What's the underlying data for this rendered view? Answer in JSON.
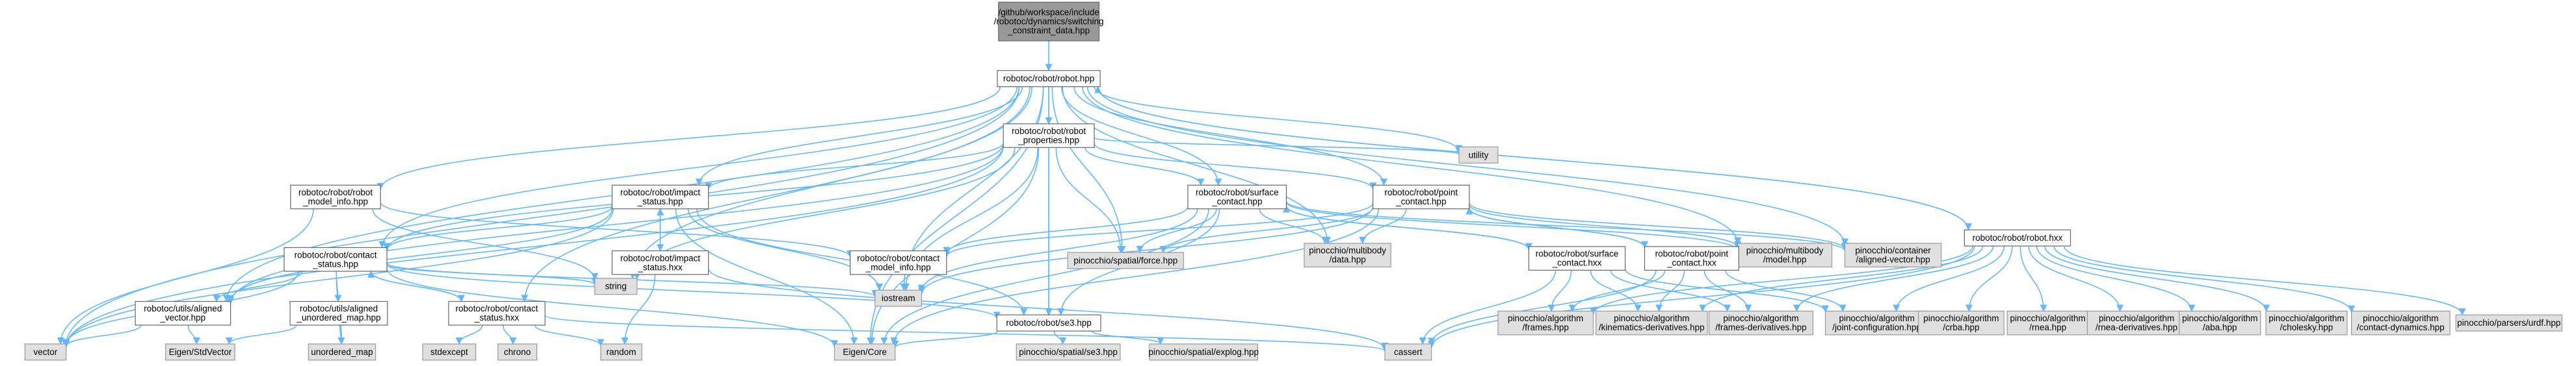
{
  "diagram": {
    "nodes": [
      {
        "id": "root",
        "lines": [
          "/github/workspace/include",
          "/robotoc/dynamics/switching",
          "_constraint_data.hpp"
        ],
        "style": "root"
      },
      {
        "id": "robot_hpp",
        "lines": [
          "robotoc/robot/robot.hpp"
        ],
        "style": "white"
      },
      {
        "id": "robot_props",
        "lines": [
          "robotoc/robot/robot",
          "_properties.hpp"
        ],
        "style": "white"
      },
      {
        "id": "utility",
        "lines": [
          "utility"
        ],
        "style": "gray"
      },
      {
        "id": "robot_model_info",
        "lines": [
          "robotoc/robot/robot",
          "_model_info.hpp"
        ],
        "style": "white"
      },
      {
        "id": "impact_status_hpp",
        "lines": [
          "robotoc/robot/impact",
          "_status.hpp"
        ],
        "style": "white"
      },
      {
        "id": "surface_contact_hpp",
        "lines": [
          "robotoc/robot/surface",
          "_contact.hpp"
        ],
        "style": "white"
      },
      {
        "id": "point_contact_hpp",
        "lines": [
          "robotoc/robot/point",
          "_contact.hpp"
        ],
        "style": "white"
      },
      {
        "id": "contact_status_hpp",
        "lines": [
          "robotoc/robot/contact",
          "_status.hpp"
        ],
        "style": "white"
      },
      {
        "id": "impact_status_hxx",
        "lines": [
          "robotoc/robot/impact",
          "_status.hxx"
        ],
        "style": "white"
      },
      {
        "id": "contact_model_info",
        "lines": [
          "robotoc/robot/contact",
          "_model_info.hpp"
        ],
        "style": "white"
      },
      {
        "id": "spatial_force",
        "lines": [
          "pinocchio/spatial/force.hpp"
        ],
        "style": "gray"
      },
      {
        "id": "multibody_data",
        "lines": [
          "pinocchio/multibody",
          "/data.hpp"
        ],
        "style": "gray"
      },
      {
        "id": "multibody_model",
        "lines": [
          "pinocchio/multibody",
          "/model.hpp"
        ],
        "style": "gray"
      },
      {
        "id": "container_aligned",
        "lines": [
          "pinocchio/container",
          "/aligned-vector.hpp"
        ],
        "style": "gray"
      },
      {
        "id": "robot_hxx",
        "lines": [
          "robotoc/robot/robot.hxx"
        ],
        "style": "white"
      },
      {
        "id": "surface_contact_hxx",
        "lines": [
          "robotoc/robot/surface",
          "_contact.hxx"
        ],
        "style": "white"
      },
      {
        "id": "point_contact_hxx",
        "lines": [
          "robotoc/robot/point",
          "_contact.hxx"
        ],
        "style": "white"
      },
      {
        "id": "utils_aligned_vector",
        "lines": [
          "robotoc/utils/aligned",
          "_vector.hpp"
        ],
        "style": "white"
      },
      {
        "id": "utils_aligned_unordered",
        "lines": [
          "robotoc/utils/aligned",
          "_unordered_map.hpp"
        ],
        "style": "white"
      },
      {
        "id": "contact_status_hxx",
        "lines": [
          "robotoc/robot/contact",
          "_status.hxx"
        ],
        "style": "white"
      },
      {
        "id": "string",
        "lines": [
          "string"
        ],
        "style": "gray"
      },
      {
        "id": "iostream",
        "lines": [
          "iostream"
        ],
        "style": "gray"
      },
      {
        "id": "se3",
        "lines": [
          "robotoc/robot/se3.hpp"
        ],
        "style": "white"
      },
      {
        "id": "alg_frames",
        "lines": [
          "pinocchio/algorithm",
          "/frames.hpp"
        ],
        "style": "gray"
      },
      {
        "id": "alg_kin_deriv",
        "lines": [
          "pinocchio/algorithm",
          "/kinematics-derivatives.hpp"
        ],
        "style": "gray"
      },
      {
        "id": "alg_frames_deriv",
        "lines": [
          "pinocchio/algorithm",
          "/frames-derivatives.hpp"
        ],
        "style": "gray"
      },
      {
        "id": "alg_joint_config",
        "lines": [
          "pinocchio/algorithm",
          "/joint-configuration.hpp"
        ],
        "style": "gray"
      },
      {
        "id": "alg_crba",
        "lines": [
          "pinocchio/algorithm",
          "/crba.hpp"
        ],
        "style": "gray"
      },
      {
        "id": "alg_rnea",
        "lines": [
          "pinocchio/algorithm",
          "/rnea.hpp"
        ],
        "style": "gray"
      },
      {
        "id": "alg_rnea_deriv",
        "lines": [
          "pinocchio/algorithm",
          "/rnea-derivatives.hpp"
        ],
        "style": "gray"
      },
      {
        "id": "alg_aba",
        "lines": [
          "pinocchio/algorithm",
          "/aba.hpp"
        ],
        "style": "gray"
      },
      {
        "id": "alg_cholesky",
        "lines": [
          "pinocchio/algorithm",
          "/cholesky.hpp"
        ],
        "style": "gray"
      },
      {
        "id": "alg_contact_dyn",
        "lines": [
          "pinocchio/algorithm",
          "/contact-dynamics.hpp"
        ],
        "style": "gray"
      },
      {
        "id": "parsers_urdf",
        "lines": [
          "pinocchio/parsers/urdf.hpp"
        ],
        "style": "gray"
      },
      {
        "id": "vector",
        "lines": [
          "vector"
        ],
        "style": "gray"
      },
      {
        "id": "eigen_stdvector",
        "lines": [
          "Eigen/StdVector"
        ],
        "style": "gray"
      },
      {
        "id": "unordered_map",
        "lines": [
          "unordered_map"
        ],
        "style": "gray"
      },
      {
        "id": "stdexcept",
        "lines": [
          "stdexcept"
        ],
        "style": "gray"
      },
      {
        "id": "chrono",
        "lines": [
          "chrono"
        ],
        "style": "gray"
      },
      {
        "id": "random",
        "lines": [
          "random"
        ],
        "style": "gray"
      },
      {
        "id": "eigen_core",
        "lines": [
          "Eigen/Core"
        ],
        "style": "gray"
      },
      {
        "id": "cassert",
        "lines": [
          "cassert"
        ],
        "style": "gray"
      },
      {
        "id": "spatial_se3",
        "lines": [
          "pinocchio/spatial/se3.hpp"
        ],
        "style": "gray"
      },
      {
        "id": "spatial_explog",
        "lines": [
          "pinocchio/spatial/explog.hpp"
        ],
        "style": "gray"
      }
    ],
    "edges": [
      [
        "root",
        "robot_hpp"
      ],
      [
        "robot_hpp",
        "robot_props"
      ],
      [
        "robot_hpp",
        "utility"
      ],
      [
        "robot_hpp",
        "robot_model_info"
      ],
      [
        "robot_hpp",
        "impact_status_hpp"
      ],
      [
        "robot_hpp",
        "surface_contact_hpp"
      ],
      [
        "robot_hpp",
        "point_contact_hpp"
      ],
      [
        "robot_hpp",
        "contact_status_hpp"
      ],
      [
        "robot_hpp",
        "multibody_model"
      ],
      [
        "robot_hpp",
        "multibody_data"
      ],
      [
        "robot_hpp",
        "container_aligned"
      ],
      [
        "robot_hpp",
        "robot_hxx"
      ],
      [
        "robot_hpp",
        "utils_aligned_vector"
      ],
      [
        "robot_hpp",
        "vector"
      ],
      [
        "robot_hpp",
        "string"
      ],
      [
        "robot_hpp",
        "iostream"
      ],
      [
        "robot_hpp",
        "se3"
      ],
      [
        "robot_hpp",
        "spatial_force"
      ],
      [
        "robot_hpp",
        "eigen_core"
      ],
      [
        "robot_hpp",
        "contact_status_hxx"
      ],
      [
        "robot_props",
        "utility"
      ],
      [
        "robot_props",
        "vector"
      ],
      [
        "robot_props",
        "string"
      ],
      [
        "robot_props",
        "iostream"
      ],
      [
        "robot_props",
        "eigen_core"
      ],
      [
        "robot_props",
        "utils_aligned_vector"
      ],
      [
        "robot_props",
        "impact_status_hpp"
      ],
      [
        "robot_props",
        "surface_contact_hpp"
      ],
      [
        "robot_props",
        "point_contact_hpp"
      ],
      [
        "robot_props",
        "contact_status_hpp"
      ],
      [
        "robot_props",
        "se3"
      ],
      [
        "robot_props",
        "spatial_force"
      ],
      [
        "robot_model_info",
        "contact_model_info"
      ],
      [
        "robot_model_info",
        "vector"
      ],
      [
        "robot_model_info",
        "string"
      ],
      [
        "impact_status_hpp",
        "contact_status_hpp"
      ],
      [
        "impact_status_hpp",
        "impact_status_hxx"
      ],
      [
        "impact_status_hpp",
        "vector"
      ],
      [
        "impact_status_hpp",
        "iostream"
      ],
      [
        "impact_status_hpp",
        "eigen_core"
      ],
      [
        "impact_status_hpp",
        "se3"
      ],
      [
        "impact_status_hpp",
        "utils_aligned_vector"
      ],
      [
        "impact_status_hxx",
        "impact_status_hpp"
      ],
      [
        "impact_status_hxx",
        "random"
      ],
      [
        "impact_status_hxx",
        "cassert"
      ],
      [
        "surface_contact_hpp",
        "contact_model_info"
      ],
      [
        "surface_contact_hpp",
        "spatial_force"
      ],
      [
        "surface_contact_hpp",
        "multibody_data"
      ],
      [
        "surface_contact_hpp",
        "multibody_model"
      ],
      [
        "surface_contact_hpp",
        "surface_contact_hxx"
      ],
      [
        "surface_contact_hpp",
        "se3"
      ],
      [
        "surface_contact_hpp",
        "iostream"
      ],
      [
        "surface_contact_hpp",
        "eigen_core"
      ],
      [
        "surface_contact_hpp",
        "container_aligned"
      ],
      [
        "point_contact_hpp",
        "contact_model_info"
      ],
      [
        "point_contact_hpp",
        "spatial_force"
      ],
      [
        "point_contact_hpp",
        "multibody_data"
      ],
      [
        "point_contact_hpp",
        "multibody_model"
      ],
      [
        "point_contact_hpp",
        "point_contact_hxx"
      ],
      [
        "point_contact_hpp",
        "iostream"
      ],
      [
        "point_contact_hpp",
        "eigen_core"
      ],
      [
        "point_contact_hpp",
        "container_aligned"
      ],
      [
        "contact_status_hpp",
        "contact_status_hxx"
      ],
      [
        "contact_status_hpp",
        "utils_aligned_vector"
      ],
      [
        "contact_status_hpp",
        "utils_aligned_unordered"
      ],
      [
        "contact_status_hpp",
        "vector"
      ],
      [
        "contact_status_hpp",
        "string"
      ],
      [
        "contact_status_hpp",
        "iostream"
      ],
      [
        "contact_status_hpp",
        "se3"
      ],
      [
        "contact_status_hpp",
        "eigen_core"
      ],
      [
        "contact_status_hpp",
        "unordered_map"
      ],
      [
        "contact_status_hxx",
        "contact_status_hpp"
      ],
      [
        "contact_status_hxx",
        "stdexcept"
      ],
      [
        "contact_status_hxx",
        "chrono"
      ],
      [
        "contact_status_hxx",
        "random"
      ],
      [
        "contact_status_hxx",
        "cassert"
      ],
      [
        "utils_aligned_vector",
        "vector"
      ],
      [
        "utils_aligned_vector",
        "eigen_stdvector"
      ],
      [
        "utils_aligned_unordered",
        "unordered_map"
      ],
      [
        "utils_aligned_unordered",
        "eigen_stdvector"
      ],
      [
        "surface_contact_hxx",
        "surface_contact_hpp"
      ],
      [
        "surface_contact_hxx",
        "alg_frames"
      ],
      [
        "surface_contact_hxx",
        "alg_kin_deriv"
      ],
      [
        "surface_contact_hxx",
        "alg_frames_deriv"
      ],
      [
        "surface_contact_hxx",
        "alg_joint_config"
      ],
      [
        "surface_contact_hxx",
        "cassert"
      ],
      [
        "point_contact_hxx",
        "point_contact_hpp"
      ],
      [
        "point_contact_hxx",
        "alg_frames"
      ],
      [
        "point_contact_hxx",
        "alg_kin_deriv"
      ],
      [
        "point_contact_hxx",
        "alg_frames_deriv"
      ],
      [
        "point_contact_hxx",
        "alg_joint_config"
      ],
      [
        "point_contact_hxx",
        "cassert"
      ],
      [
        "robot_hxx",
        "robot_hpp"
      ],
      [
        "robot_hxx",
        "alg_frames"
      ],
      [
        "robot_hxx",
        "alg_kin_deriv"
      ],
      [
        "robot_hxx",
        "alg_frames_deriv"
      ],
      [
        "robot_hxx",
        "alg_joint_config"
      ],
      [
        "robot_hxx",
        "alg_crba"
      ],
      [
        "robot_hxx",
        "alg_rnea"
      ],
      [
        "robot_hxx",
        "alg_rnea_deriv"
      ],
      [
        "robot_hxx",
        "alg_aba"
      ],
      [
        "robot_hxx",
        "alg_cholesky"
      ],
      [
        "robot_hxx",
        "alg_contact_dyn"
      ],
      [
        "robot_hxx",
        "parsers_urdf"
      ],
      [
        "robot_hxx",
        "cassert"
      ],
      [
        "se3",
        "eigen_core"
      ],
      [
        "se3",
        "spatial_se3"
      ],
      [
        "se3",
        "spatial_explog"
      ]
    ]
  }
}
